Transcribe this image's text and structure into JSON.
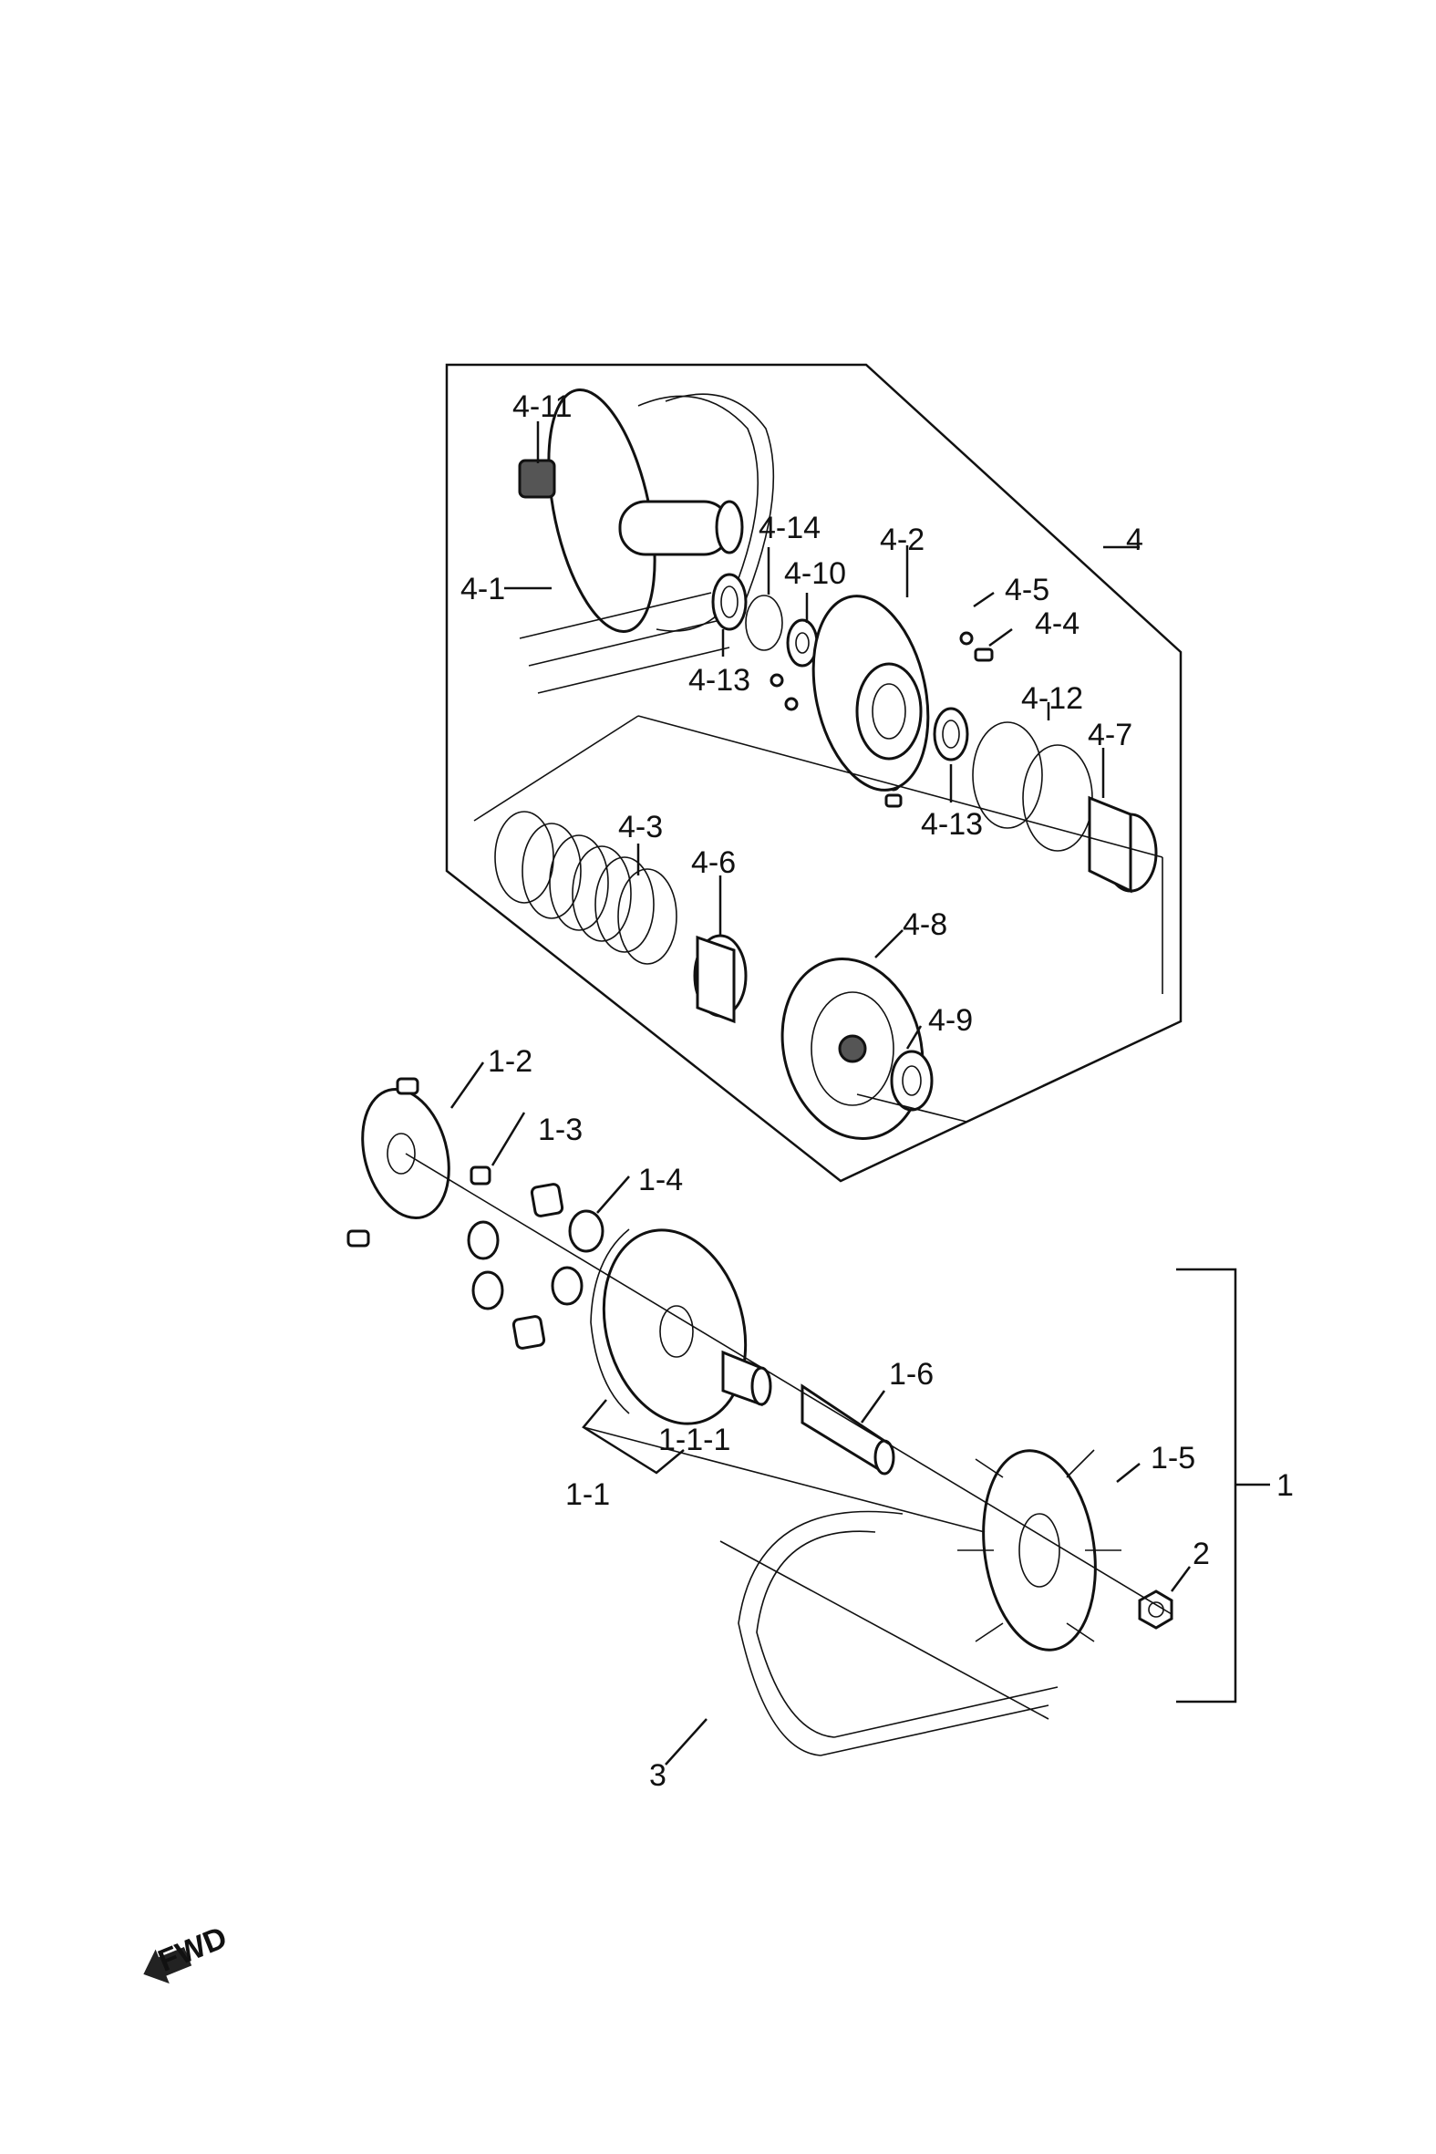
{
  "labels": {
    "p4_11": "4-11",
    "p4_1": "4-1",
    "p4_14": "4-14",
    "p4_10": "4-10",
    "p4_2": "4-2",
    "p4": "4",
    "p4_5": "4-5",
    "p4_4": "4-4",
    "p4_13a": "4-13",
    "p4_12": "4-12",
    "p4_7": "4-7",
    "p4_13b": "4-13",
    "p4_3": "4-3",
    "p4_6": "4-6",
    "p4_8": "4-8",
    "p4_9": "4-9",
    "p1_2": "1-2",
    "p1_3": "1-3",
    "p1_4": "1-4",
    "p1_6": "1-6",
    "p1_1_1": "1-1-1",
    "p1_1": "1-1",
    "p1_5": "1-5",
    "p1": "1",
    "p2": "2",
    "p3": "3"
  },
  "direction_badge": {
    "text": "FWD"
  },
  "icons": {
    "direction": "forward-arrow-icon"
  }
}
